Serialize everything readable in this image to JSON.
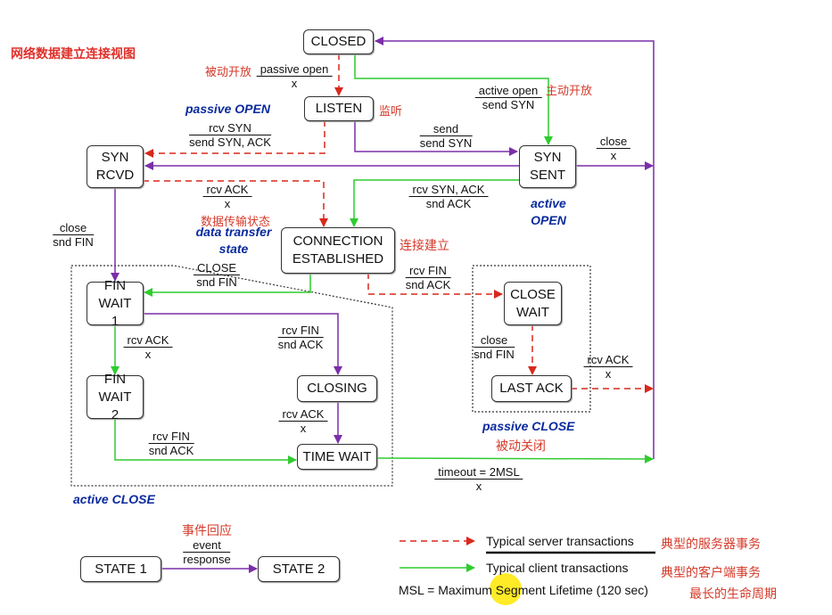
{
  "title": "网络数据建立连接视图",
  "colors": {
    "server": "#d9281c",
    "client": "#2fcc2f",
    "other": "#7b2fa8",
    "annotation_cn": "#d43a2a",
    "phase_label": "#0a2a9e"
  },
  "states": {
    "closed": "CLOSED",
    "listen": "LISTEN",
    "syn_rcvd": "SYN RCVD",
    "syn_sent": "SYN SENT",
    "established": "CONNECTION ESTABLISHED",
    "fin_wait_1": "FIN WAIT 1",
    "fin_wait_2": "FIN WAIT 2",
    "closing": "CLOSING",
    "time_wait": "TIME WAIT",
    "close_wait": "CLOSE WAIT",
    "last_ack": "LAST ACK"
  },
  "transitions": {
    "passive_open": {
      "event": "passive open",
      "response": "x"
    },
    "rcv_syn": {
      "event": "rcv SYN",
      "response": "send SYN, ACK"
    },
    "send": {
      "event": "send",
      "response": "send SYN"
    },
    "active_open": {
      "event": "active open",
      "response": "send SYN"
    },
    "syn_sent_close": {
      "event": "close",
      "response": "x"
    },
    "syn_rcvd_rcv_ack": {
      "event": "rcv ACK",
      "response": "x"
    },
    "rcv_syn_ack": {
      "event": "rcv SYN, ACK",
      "response": "snd ACK"
    },
    "syn_rcvd_close": {
      "event": "close",
      "response": "snd FIN"
    },
    "est_close": {
      "event": "CLOSE",
      "response": "snd FIN"
    },
    "est_rcv_fin": {
      "event": "rcv FIN",
      "response": "snd ACK"
    },
    "fw1_rcv_ack": {
      "event": "rcv ACK",
      "response": "x"
    },
    "fw1_rcv_fin": {
      "event": "rcv FIN",
      "response": "snd ACK"
    },
    "cw_close": {
      "event": "close",
      "response": "snd FIN"
    },
    "la_rcv_ack": {
      "event": "rcv ACK",
      "response": "x"
    },
    "closing_rcv_ack": {
      "event": "rcv ACK",
      "response": "x"
    },
    "fw2_rcv_fin": {
      "event": "rcv FIN",
      "response": "snd ACK"
    },
    "timeout": {
      "event": "timeout = 2MSL",
      "response": "x"
    }
  },
  "annotations_cn": {
    "passive_open": "被动开放",
    "listen": "监听",
    "active_open": "主动开放",
    "data_transfer": "数据传输状态",
    "established": "连接建立",
    "passive_close": "被动关闭",
    "event_response": "事件回应",
    "server": "典型的服务器事务",
    "client": "典型的客户端事务",
    "msl": "最长的生命周期"
  },
  "phases": {
    "passive_open": "passive  OPEN",
    "active_open_1": "active",
    "active_open_2": "OPEN",
    "data_transfer_1": "data transfer",
    "data_transfer_2": "state",
    "active_close": "active CLOSE",
    "passive_close": "passive CLOSE"
  },
  "legend": {
    "state1": "STATE 1",
    "state2": "STATE 2",
    "event": "event",
    "response": "response",
    "server": "Typical server transactions",
    "client": "Typical client transactions",
    "msl": "MSL = Maximum Segment Lifetime (120 sec)"
  }
}
